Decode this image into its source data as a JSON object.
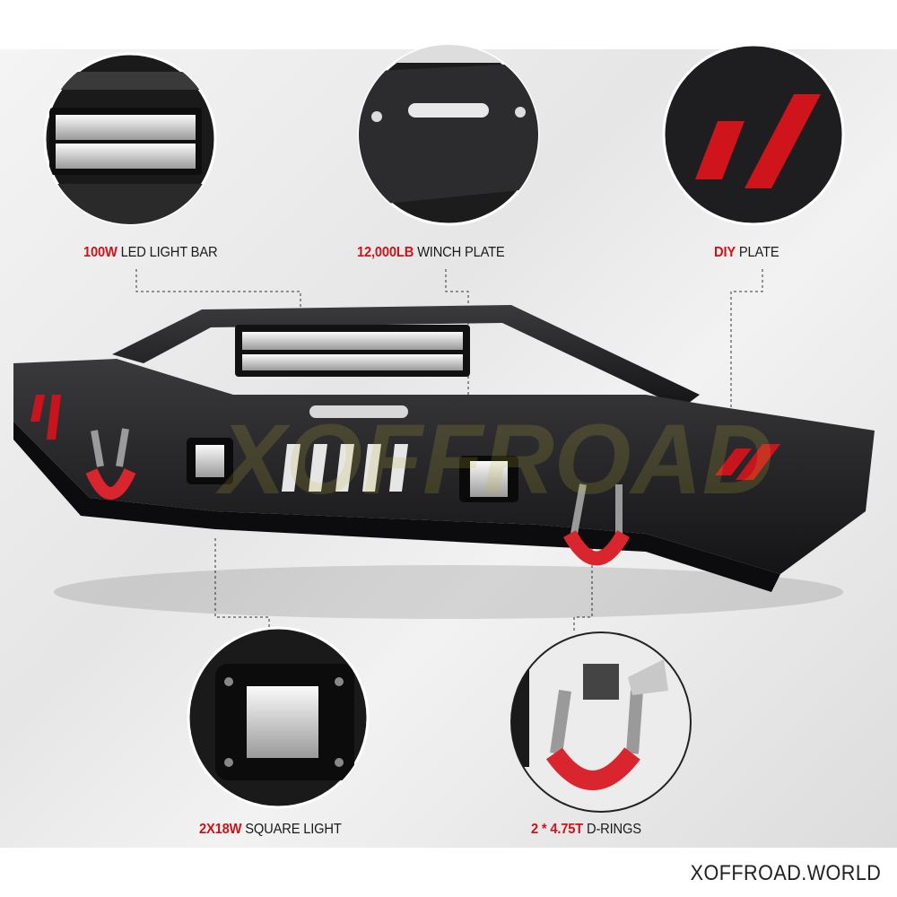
{
  "features": [
    {
      "highlight": "100W",
      "text": " LED LIGHT BAR"
    },
    {
      "highlight": "12,000LB",
      "text": " WINCH PLATE"
    },
    {
      "highlight": "DIY",
      "text": " PLATE"
    },
    {
      "highlight": "2X18W",
      "text": " SQUARE LIGHT"
    },
    {
      "highlight": "2 * 4.75T",
      "text": " D-RINGS"
    }
  ],
  "watermark": "XOFFROAD",
  "brand": "XOFFROAD.WORLD",
  "colors": {
    "accent": "#c8141c",
    "metal": "#1c1c1e",
    "shackle": "#d8252e"
  }
}
